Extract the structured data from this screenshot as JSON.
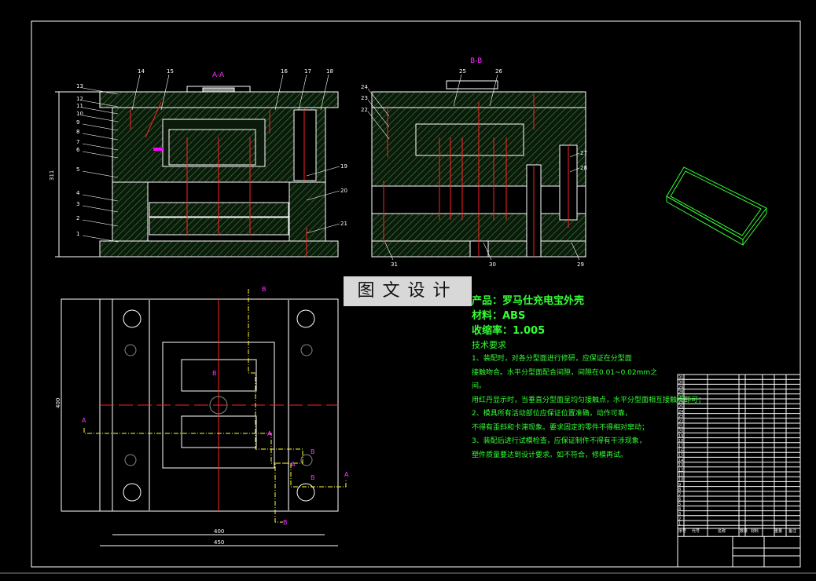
{
  "view_aa": {
    "title": "A-A",
    "height_dim": "311",
    "left_labels": [
      "13",
      "12",
      "11",
      "10",
      "9",
      "8",
      "7",
      "6",
      "5",
      "4",
      "3",
      "2",
      "1"
    ],
    "top_labels": [
      "14",
      "15",
      "16",
      "17",
      "18"
    ],
    "right_labels": [
      "19",
      "20",
      "21"
    ]
  },
  "view_bb": {
    "title": "B-B",
    "left_labels": [
      "24",
      "23",
      "22"
    ],
    "top_labels": [
      "25",
      "26"
    ],
    "right_labels": [
      "27",
      "28"
    ],
    "bottom_labels": [
      "31",
      "30",
      "29"
    ]
  },
  "plan_view": {
    "height_dim": "400",
    "inner_width_dim": "400",
    "outer_width_dim": "450",
    "section_marks": [
      "A",
      "A",
      "A",
      "A",
      "B",
      "B",
      "B",
      "B",
      "B"
    ]
  },
  "watermark": "图文设计",
  "notes": {
    "product": "产品：罗马仕充电宝外壳",
    "material": "材料：ABS",
    "shrinkage": "收缩率：1.005",
    "heading": "技术要求",
    "lines": [
      "1、装配时，对各分型面进行修研，应保证在分型面",
      "接触吻合。水平分型面配合间隙，间隙在0.01~0.02mm之",
      "间。",
      "用红丹显示时，当垂直分型面呈均匀接触点，水平分型面相互接触点即可；",
      "2、模具所有活动部位应保证位置准确，动作可靠，",
      "不得有歪斜和卡滞现象。要求固定的零件不得相对窜动；",
      "3、装配后进行试模检查，应保证制件不得有干涉现象，",
      "塑件质量要达到设计要求。如不符合，修模再试。"
    ]
  },
  "parts_table": {
    "row_numbers": [
      "31",
      "30",
      "29",
      "28",
      "27",
      "26",
      "25",
      "24",
      "23",
      "22",
      "21",
      "20",
      "19",
      "18",
      "17",
      "16",
      "15",
      "14",
      "13",
      "12",
      "11",
      "10",
      "9",
      "8",
      "7",
      "6",
      "5",
      "4",
      "3",
      "2",
      "1"
    ],
    "header": [
      "序号",
      "代号",
      "名称",
      "数量",
      "材料",
      "重量",
      "备注"
    ]
  },
  "colors": {
    "line": "#ffffff",
    "hatch": "#3a7a3a",
    "center": "#ff2020",
    "section": "#ff33ff",
    "cutline": "#ffff33",
    "text_green": "#33ff33"
  }
}
